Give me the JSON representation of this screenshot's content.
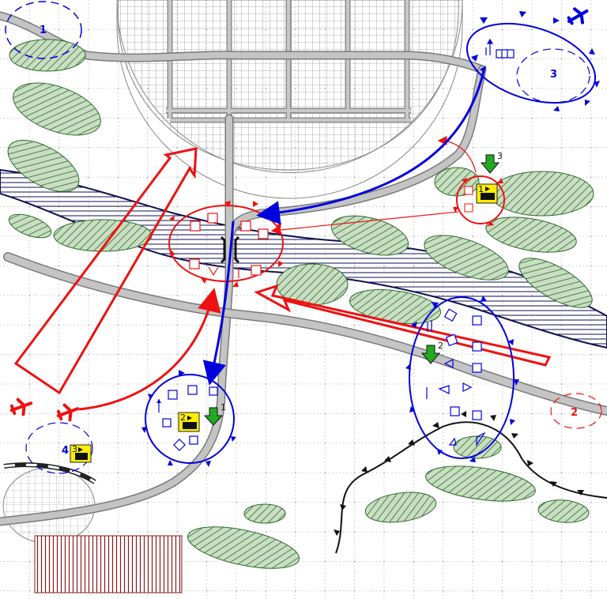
{
  "map": {
    "colors": {
      "friendly": "#0000dd",
      "enemy": "#ee1111",
      "road": "#b0b0b0",
      "forest_fill": "#c8dcc0",
      "forest_hatch": "#2e6b2e",
      "river_hatch": "#101050",
      "drop_marker": "#22aa22",
      "unit_box": "#ffee00",
      "field_hatch": "#8a1a1a"
    },
    "labels": {
      "area_1": "1",
      "area_2": "2",
      "area_3": "3",
      "area_4": "4",
      "drop_1": "1",
      "drop_2": "2",
      "drop_3": "3",
      "unit_1": "1",
      "unit_2": "2",
      "unit_3": "3"
    },
    "icons": {
      "enemy_aircraft": "aircraft-icon",
      "friendly_aircraft": "aircraft-icon",
      "drop_zone": "down-arrow-icon",
      "unit": "flag-unit-icon"
    }
  }
}
